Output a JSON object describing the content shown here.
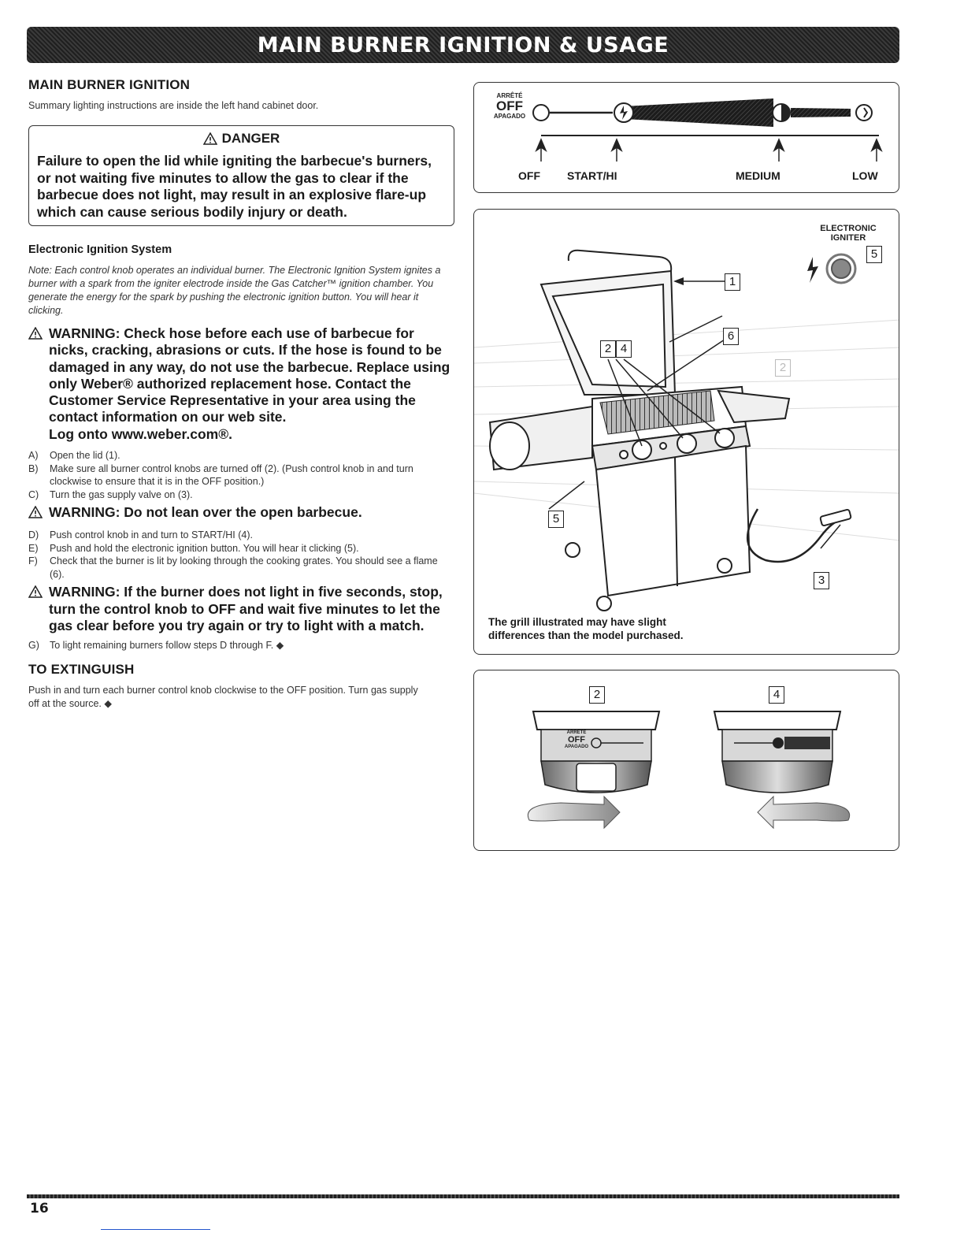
{
  "header": {
    "title": "MAIN BURNER IGNITION & USAGE"
  },
  "ignition": {
    "heading": "MAIN BURNER IGNITION",
    "summary": "Summary lighting instructions are inside the left hand cabinet door.",
    "danger_title": "DANGER",
    "danger_text": "Failure to open the lid while igniting the barbecue's burners, or not waiting five minutes to allow the gas to clear if the barbecue does not light, may result in an explosive flare-up which can cause serious bodily injury or death."
  },
  "electronic": {
    "heading": "Electronic Ignition System",
    "note": "Note: Each control knob operates an individual burner. The Electronic Ignition System ignites a burner with a spark from the igniter electrode inside the Gas Catcher™ ignition chamber. You generate the energy for the spark by pushing the electronic ignition button. You will hear it clicking."
  },
  "warnings": {
    "hose": "WARNING: Check hose before each use of barbecue for nicks, cracking, abrasions or cuts. If the hose is found to be damaged in any way, do not use the barbecue. Replace using only Weber® authorized replacement hose. Contact the Customer Service Representative in your area using the contact information on our web site.",
    "hose_link": "Log onto www.weber.com®.",
    "lean": "WARNING: Do not lean over the open barbecue.",
    "no_light": "WARNING: If the burner does not light in five seconds, stop, turn the control knob to OFF and wait five minutes to let the gas clear before you try again or try to light with a match."
  },
  "steps_a": [
    {
      "letter": "A)",
      "text": "Open the lid (1)."
    },
    {
      "letter": "B)",
      "text": "Make sure all burner control knobs are turned off (2). (Push control knob in and turn clockwise to ensure that it is in the OFF position.)"
    },
    {
      "letter": "C)",
      "text": "Turn the gas supply valve on (3)."
    }
  ],
  "steps_b": [
    {
      "letter": "D)",
      "text": "Push control knob in and turn to START/HI (4)."
    },
    {
      "letter": "E)",
      "text": "Push and hold the electronic ignition button. You will hear it clicking (5)."
    },
    {
      "letter": "F)",
      "text": "Check that the burner is lit by looking through the cooking grates. You should see a flame (6)."
    }
  ],
  "steps_c": [
    {
      "letter": "G)",
      "text": "To light remaining burners follow steps D through F. ◆"
    }
  ],
  "extinguish": {
    "heading": "TO EXTINGUISH",
    "text": "Push in and turn each burner control knob clockwise to the OFF position. Turn gas supply off at the source. ◆"
  },
  "dial": {
    "off_fr": "ARRÊTÉ",
    "off": "OFF",
    "off_es": "APAGADO",
    "labels": [
      "OFF",
      "START/HI",
      "MEDIUM",
      "LOW"
    ]
  },
  "grill": {
    "igniter_label_1": "ELECTRONIC",
    "igniter_label_2": "IGNITER",
    "caption_1": "The grill illustrated may have slight",
    "caption_2": "differences than the model purchased.",
    "callouts": [
      "1",
      "2",
      "3",
      "4",
      "5",
      "6"
    ]
  },
  "knobs": {
    "left_callout": "2",
    "right_callout": "4",
    "off_fr": "ARRÊTÉ",
    "off": "OFF",
    "off_es": "APAGADO"
  },
  "footer": {
    "page": "16"
  }
}
